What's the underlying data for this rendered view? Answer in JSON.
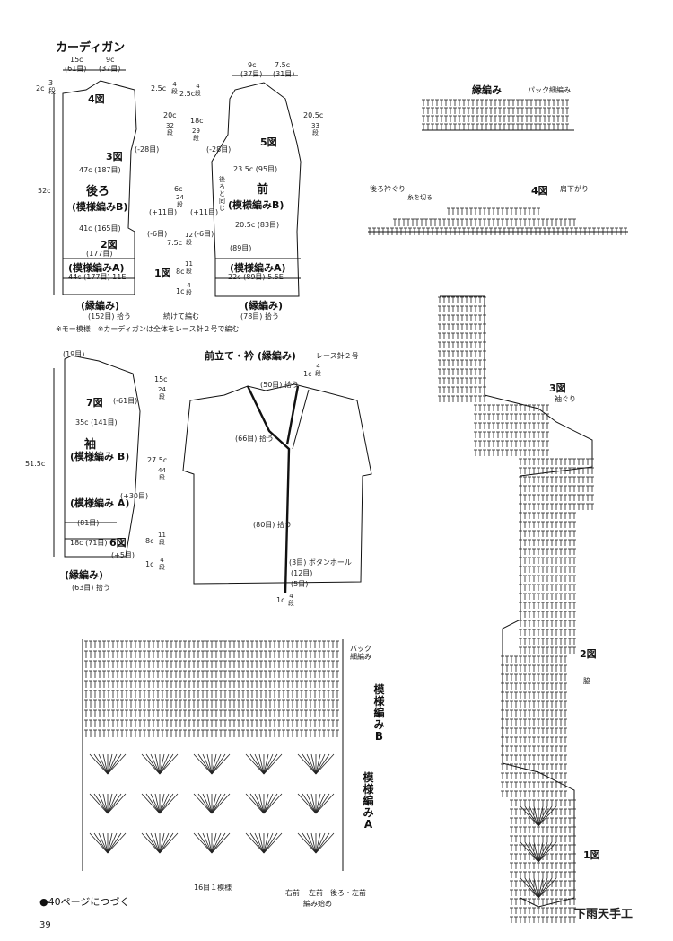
{
  "header": {
    "title": "カーディガン"
  },
  "back": {
    "title": "後ろ",
    "pattern": "(模様編みB)",
    "pattern_a": "(模様編みA)",
    "edge": "(縁編み)",
    "w15": "15c",
    "w15s": "(61目)",
    "w9": "9c",
    "w9s": "(37目)",
    "d2": "2c",
    "d3": "3段",
    "fig4": "4図",
    "fig3": "3図",
    "fig2": "2図",
    "fig1": "1図",
    "r47": "47c (187目)",
    "r41": "41c (165目)",
    "r177": "(177目)",
    "r44": "44c (177目) 11E",
    "edge_count": "(152目) 拾う",
    "side": "52c"
  },
  "armhole": {
    "c25a": "2.5c",
    "c25b": "2.5c",
    "s4a": "4段",
    "s4b": "4段",
    "c20": "20c",
    "s32": "32段",
    "c18": "18c",
    "s29": "29段",
    "m28a": "(-28目)",
    "m28b": "(-28目)",
    "c6": "6c",
    "s24": "24段",
    "p11a": "(+11目)",
    "p11b": "(+11目)",
    "m6a": "(-6目)",
    "m6b": "(-6目)",
    "c75": "7.5c",
    "s12": "12段",
    "c8": "8c",
    "s11": "11段",
    "c1": "1c",
    "s4c": "4段",
    "cont": "続けて編む"
  },
  "front": {
    "title": "前",
    "pattern": "(模様編みB)",
    "pattern_a": "(模様編みA)",
    "edge": "(縁編み)",
    "fig5": "5図",
    "w9": "9c",
    "w9s": "(37目)",
    "w75": "7.5c",
    "w75s": "(31目)",
    "r235": "23.5c (95目)",
    "r205": "20.5c (83目)",
    "r89": "(89目)",
    "r22": "22c (89目) 5.5E",
    "side": "20.5c",
    "side_s": "33段",
    "vert": "後ろと同じ",
    "edge_count": "(78目) 拾う"
  },
  "notes": {
    "text": "※モー模様　※カーディガンは全体をレース針２号で編む"
  },
  "sleeve": {
    "title": "袖",
    "pattern": "(模様編み B)",
    "pattern_a": "(模様編み A)",
    "edge": "(縁編み)",
    "top": "(19目)",
    "fig7": "7図",
    "fig6": "6図",
    "m61": "(-61目)",
    "c15": "15c",
    "s24": "24段",
    "r35": "35c (141目)",
    "side": "51.5c",
    "c275": "27.5c",
    "s44": "44段",
    "p30": "(+30目)",
    "r81": "(81目)",
    "r18": "18c (71目)",
    "c8": "8c",
    "s11": "11段",
    "p5": "(+5目)",
    "c1": "1c",
    "s4": "4段",
    "edge_count": "(63目) 拾う"
  },
  "placket": {
    "title": "前立て・衿 (縁編み)",
    "needle": "レース針２号",
    "top": "(50目) 拾う",
    "c1": "1c",
    "s4": "4段",
    "neck": "(66目) 拾う",
    "front": "(80目) 拾う",
    "button": "(3目) ボタンホール",
    "gap": "(12目)",
    "gap2": "(5目)",
    "c1b": "1c",
    "s4b": "4段"
  },
  "edging_chart": {
    "title": "縁編み",
    "picot": "パック細編み"
  },
  "shoulder_chart": {
    "title": "4図",
    "sub": "肩下がり",
    "neck": "後ろ衿ぐり",
    "note": "糸を切る"
  },
  "right_chart": {
    "fig3": "3図",
    "armhole": "袖ぐり",
    "fig2": "2図",
    "side": "脇",
    "fig1": "1図"
  },
  "pattern_chart": {
    "picot": "バック細編み",
    "label_b": "模様編みB",
    "label_a": "模様編みA",
    "repeat": "16目１模様",
    "left_front": "左前",
    "back": "後ろ・左前",
    "right_front": "右前",
    "start": "編み始め"
  },
  "footer": {
    "continue": "●40ページにつづく",
    "page": "39",
    "watermark": "下雨天手工"
  }
}
